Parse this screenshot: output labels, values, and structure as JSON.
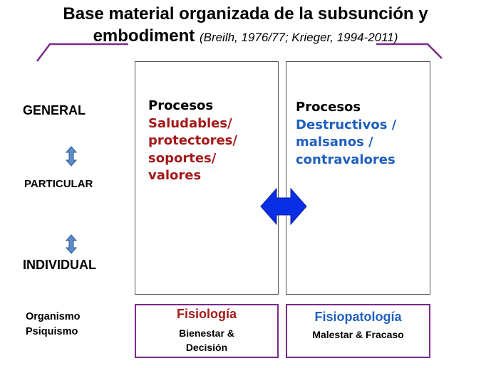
{
  "title": {
    "main_line1": "Base material organizada de la subsunción y",
    "main_line2": "embodiment",
    "citation": "(Breilh, 1976/77; Krieger, 1994-2011)"
  },
  "levels": [
    "GENERAL",
    "PARTICULAR",
    "INDIVIDUAL"
  ],
  "left_box": {
    "heading": "Procesos",
    "lines": [
      "Saludables/",
      "protectores/",
      "soportes/",
      "valores"
    ]
  },
  "right_box": {
    "heading": "Procesos",
    "lines": [
      "Destructivos /",
      "malsanos /",
      "contravalores"
    ]
  },
  "organism": [
    "Organismo",
    "Psiquismo"
  ],
  "physiology": {
    "heading": "Fisiología",
    "lines": [
      "Bienestar &",
      "Decisión"
    ]
  },
  "pathology": {
    "heading": "Fisiopatología",
    "lines": [
      "Malestar & Fracaso"
    ]
  },
  "colors": {
    "red_text": "#a31a1a",
    "blue_text": "#1f5fbf",
    "arrow_blue": "#0a2ee6",
    "vertical_arrow": "#5b8bc9",
    "purple_line": "#7a2a8a"
  }
}
